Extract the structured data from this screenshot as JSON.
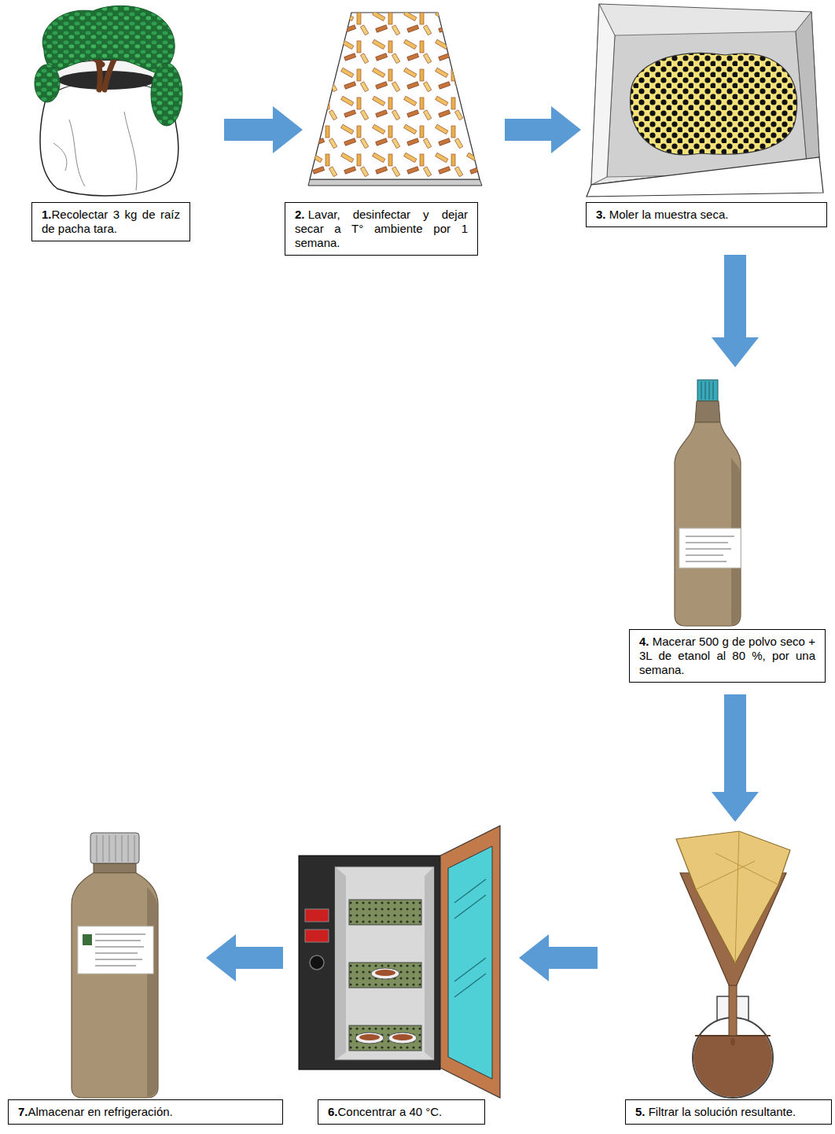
{
  "diagram": {
    "nodes": [
      {
        "text": [
          "1.",
          "Recolectar 3 kg de raíz de pacha tara."
        ]
      },
      {
        "text": [
          "2.",
          "Lavar, desinfectar y dejar secar a T° ambiente por 1 semana."
        ]
      },
      {
        "text": [
          "3.",
          "Moler la muestra seca."
        ]
      },
      {
        "text": [
          "4.",
          "Macerar 500 g de polvo seco + 3L de etanol al 80 %, por una semana."
        ]
      },
      {
        "text": [
          "5.",
          "Filtrar la solución resultante."
        ]
      },
      {
        "text": [
          "6.",
          "Concentrar a 40 °C."
        ]
      },
      {
        "text": [
          "7.",
          "Almacenar en refrigeración."
        ]
      }
    ],
    "edges": [
      {
        "from": 0,
        "to": 1,
        "arrow": "to"
      },
      {
        "from": 1,
        "to": 2,
        "arrow": "to"
      },
      {
        "from": 2,
        "to": 3,
        "arrow": "to"
      },
      {
        "from": 3,
        "to": 4,
        "arrow": "to"
      },
      {
        "from": 4,
        "to": 5,
        "arrow": "to"
      },
      {
        "from": 5,
        "to": 6,
        "arrow": "to"
      }
    ]
  }
}
